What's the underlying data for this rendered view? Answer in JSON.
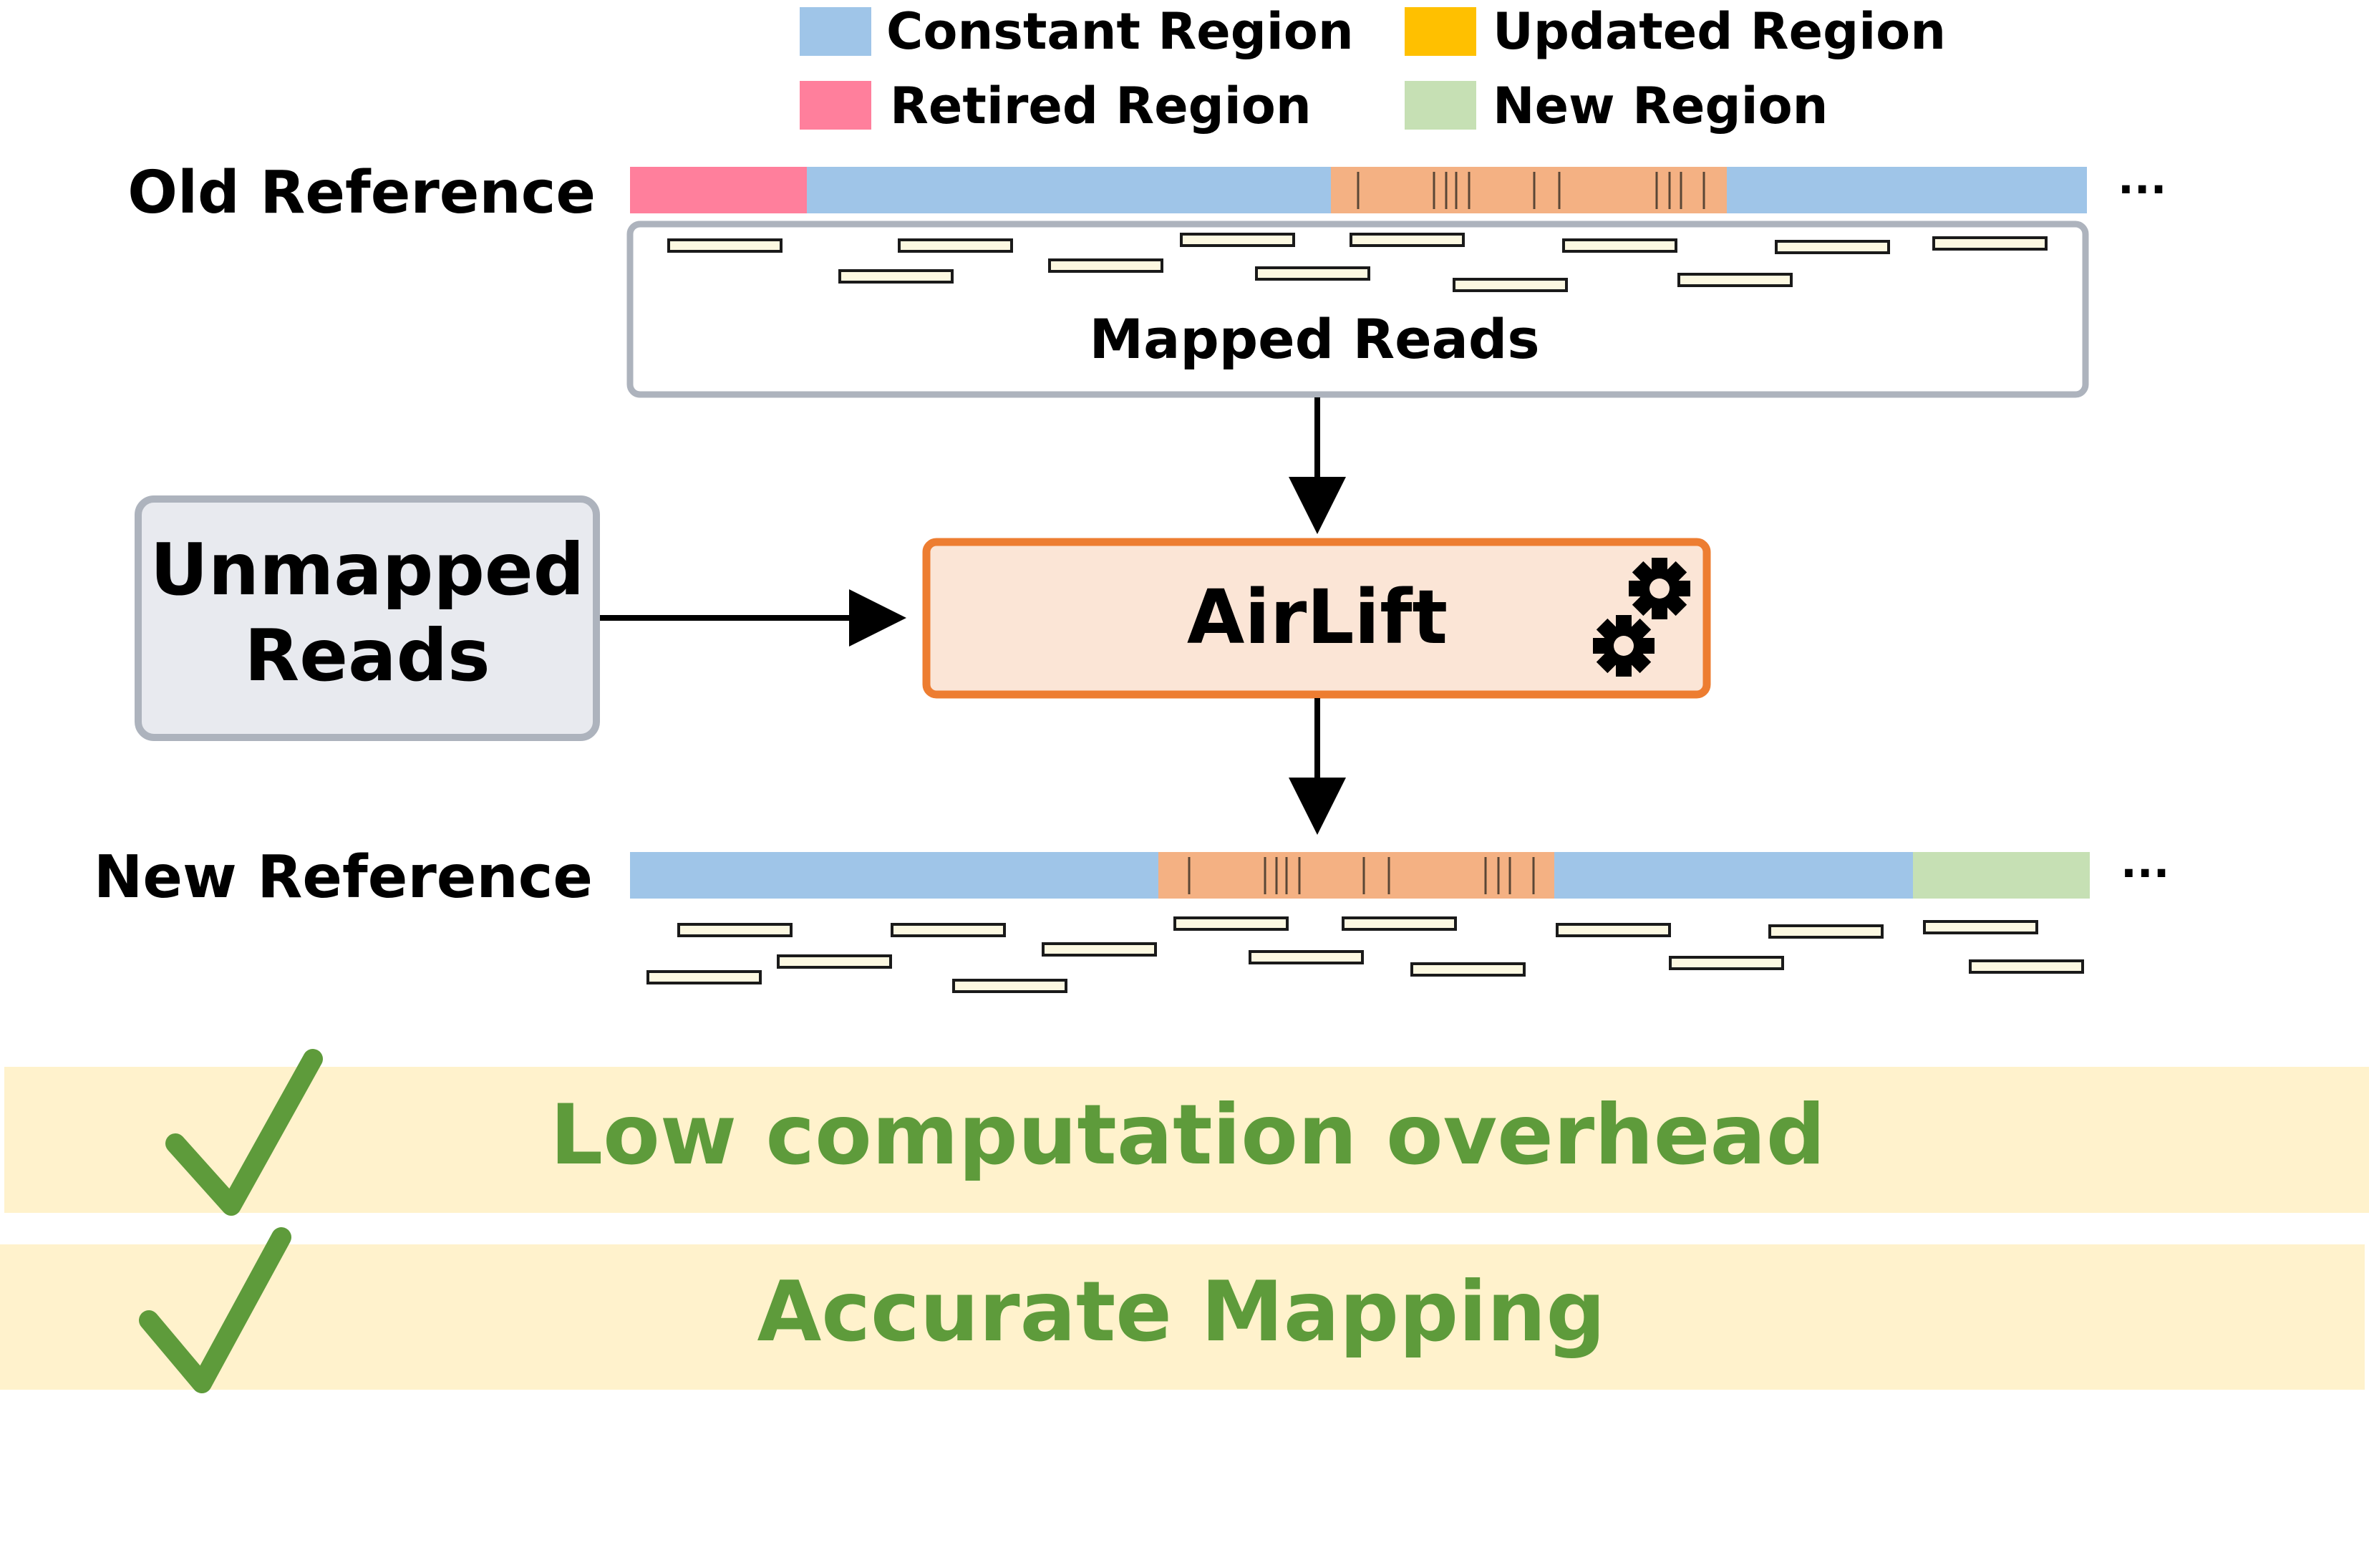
{
  "legend": {
    "items": [
      {
        "label": "Constant Region",
        "color": "#9fc5e8"
      },
      {
        "label": "Updated Region",
        "color": "#ffc000"
      },
      {
        "label": "Retired Region",
        "color": "#ff7f9c"
      },
      {
        "label": "New Region",
        "color": "#c6e0b4"
      }
    ]
  },
  "old_reference": {
    "label": "Old Reference",
    "ellipsis": "...",
    "segments": [
      {
        "region": "Retired Region",
        "color": "#ff7f9c"
      },
      {
        "region": "Constant Region",
        "color": "#9fc5e8"
      },
      {
        "region": "Updated Region",
        "color": "#f4b183"
      },
      {
        "region": "Constant Region",
        "color": "#9fc5e8"
      }
    ]
  },
  "mapped_reads": {
    "label": "Mapped Reads"
  },
  "unmapped_reads": {
    "line1": "Unmapped",
    "line2": "Reads"
  },
  "airlift": {
    "label": "AirLift",
    "icon": "gears-icon"
  },
  "new_reference": {
    "label": "New Reference",
    "ellipsis": "...",
    "segments": [
      {
        "region": "Constant Region",
        "color": "#9fc5e8"
      },
      {
        "region": "Updated Region",
        "color": "#f4b183"
      },
      {
        "region": "Constant Region",
        "color": "#9fc5e8"
      },
      {
        "region": "New Region",
        "color": "#c6e0b4"
      }
    ]
  },
  "benefits": [
    {
      "text": "Low computation overhead",
      "icon": "checkmark-icon"
    },
    {
      "text": "Accurate Mapping",
      "icon": "checkmark-icon"
    }
  ],
  "colors": {
    "airlift_border": "#ed7d31",
    "airlift_fill": "#fbe5d6",
    "gray_border": "#adb3bd",
    "gray_fill": "#e8eaef",
    "read_fill": "#fcf8e1",
    "benefit_bg": "#fff2cc",
    "benefit_text": "#5e9b3b"
  }
}
